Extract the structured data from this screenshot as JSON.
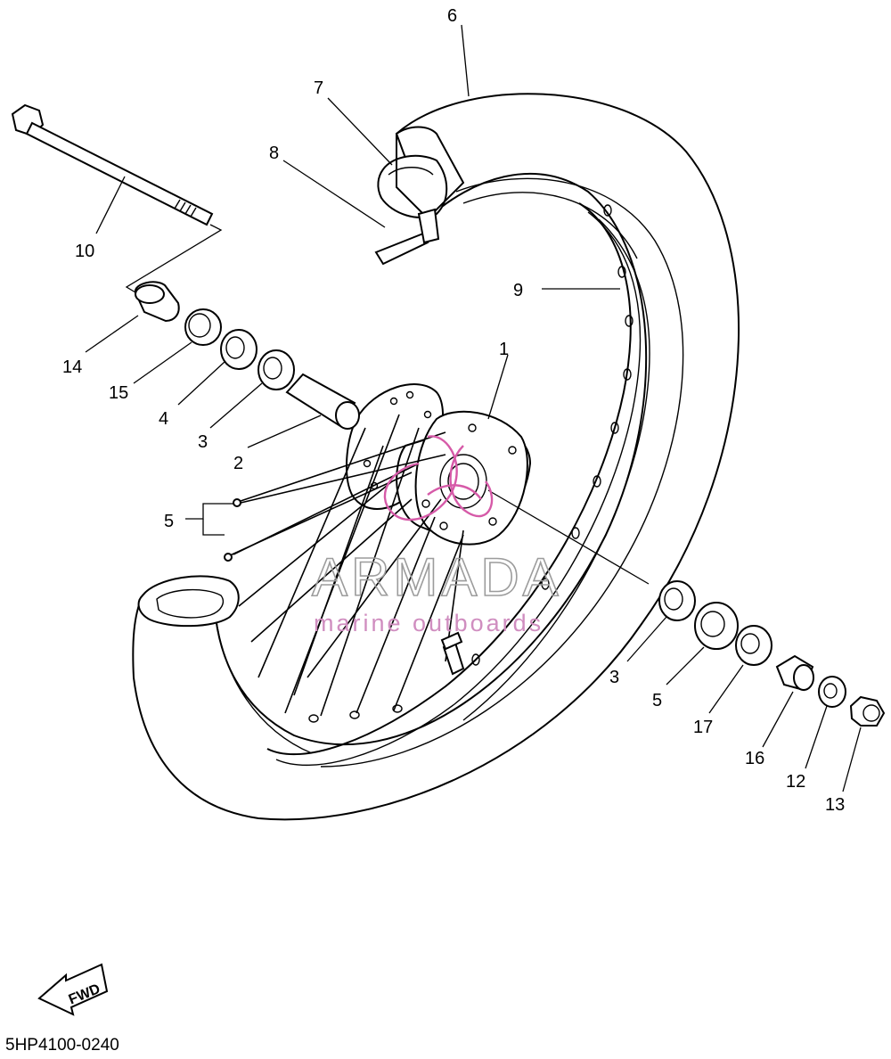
{
  "diagram": {
    "drawing_code": "5HP4100-0240",
    "fwd_label": "FWD",
    "watermark": {
      "brand": "ARMADA",
      "tagline": "marine outboards",
      "logo_color": "#d65aa8"
    },
    "callouts": [
      {
        "id": "c1",
        "label": "1"
      },
      {
        "id": "c2",
        "label": "2"
      },
      {
        "id": "c3a",
        "label": "3"
      },
      {
        "id": "c3b",
        "label": "3"
      },
      {
        "id": "c4",
        "label": "4"
      },
      {
        "id": "c5",
        "label": "5"
      },
      {
        "id": "c6",
        "label": "6"
      },
      {
        "id": "c7",
        "label": "7"
      },
      {
        "id": "c8",
        "label": "8"
      },
      {
        "id": "c9",
        "label": "9"
      },
      {
        "id": "c10",
        "label": "10"
      },
      {
        "id": "c11",
        "label": "11"
      },
      {
        "id": "c12",
        "label": "12"
      },
      {
        "id": "c13",
        "label": "13"
      },
      {
        "id": "c14",
        "label": "14"
      },
      {
        "id": "c15",
        "label": "15"
      },
      {
        "id": "c16",
        "label": "16"
      },
      {
        "id": "c17",
        "label": "17"
      }
    ]
  }
}
